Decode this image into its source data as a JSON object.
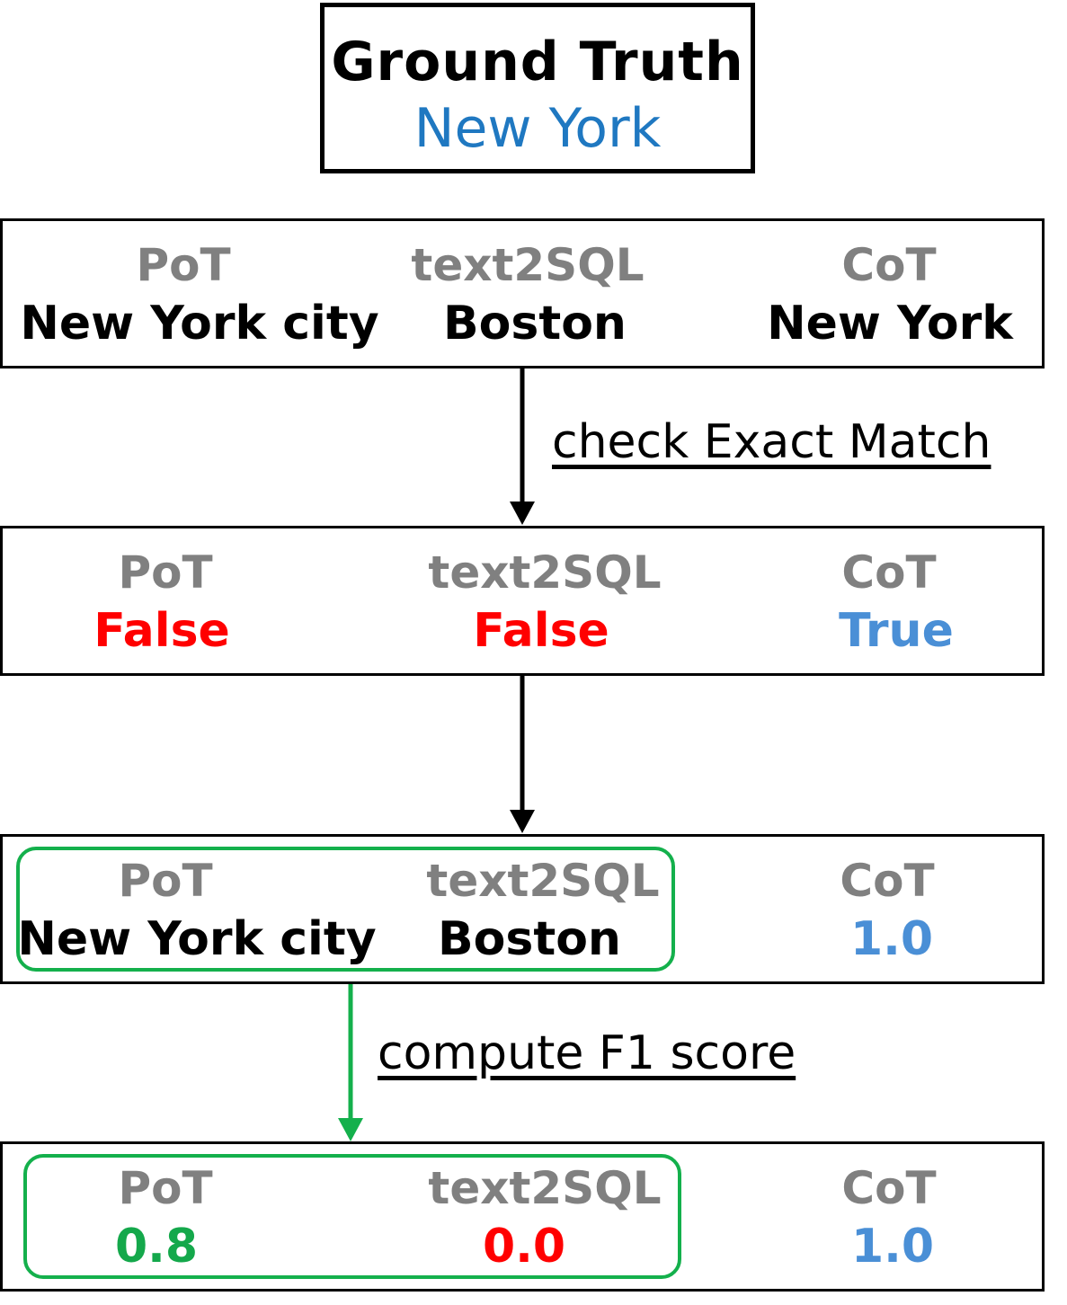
{
  "ground_truth": {
    "title": "Ground Truth",
    "value": "New York"
  },
  "predictions": {
    "pot": {
      "label": "PoT",
      "value": "New York city"
    },
    "text2sql": {
      "label": "text2SQL",
      "value": "Boston"
    },
    "cot": {
      "label": "CoT",
      "value": "New York"
    }
  },
  "step1_label": "check Exact Match",
  "exact_match": {
    "pot": {
      "label": "PoT",
      "value": "False"
    },
    "text2sql": {
      "label": "text2SQL",
      "value": "False"
    },
    "cot": {
      "label": "CoT",
      "value": "True"
    }
  },
  "rescoring": {
    "pot": {
      "label": "PoT",
      "value": "New York city"
    },
    "text2sql": {
      "label": "text2SQL",
      "value": "Boston"
    },
    "cot": {
      "label": "CoT",
      "value": "1.0"
    }
  },
  "step2_label": "compute F1 score",
  "f1_scores": {
    "pot": {
      "label": "PoT",
      "value": "0.8"
    },
    "text2sql": {
      "label": "text2SQL",
      "value": "0.0"
    },
    "cot": {
      "label": "CoT",
      "value": "1.0"
    }
  },
  "colors": {
    "false": "#ff0000",
    "true": "#4a8fd6",
    "highlight": "#14b04c",
    "method_label": "#808080",
    "ground_truth_value": "#1f78c1"
  }
}
